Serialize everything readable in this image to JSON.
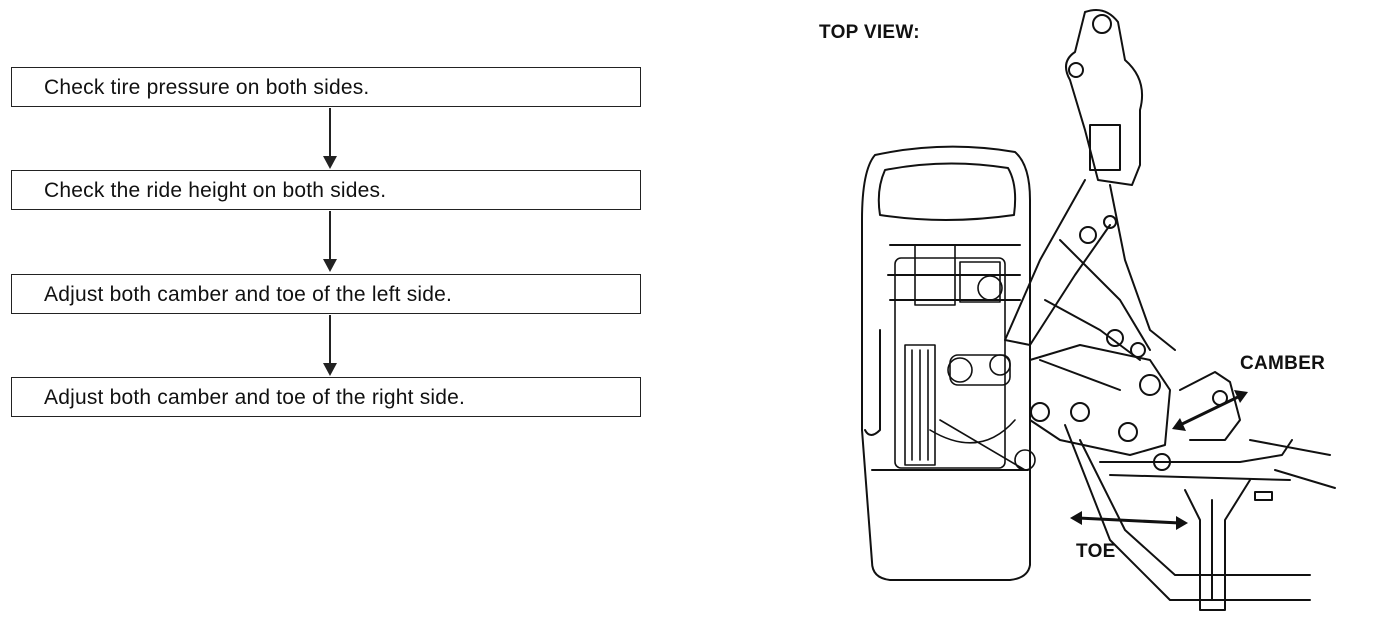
{
  "flowchart": {
    "steps": [
      "Check tire pressure on both sides.",
      "Check the ride height on both sides.",
      "Adjust both camber and toe of the left side.",
      "Adjust both camber and toe of the right side."
    ]
  },
  "illustration": {
    "view_label": "TOP VIEW:",
    "camber_label": "CAMBER",
    "toe_label": "TOE"
  }
}
